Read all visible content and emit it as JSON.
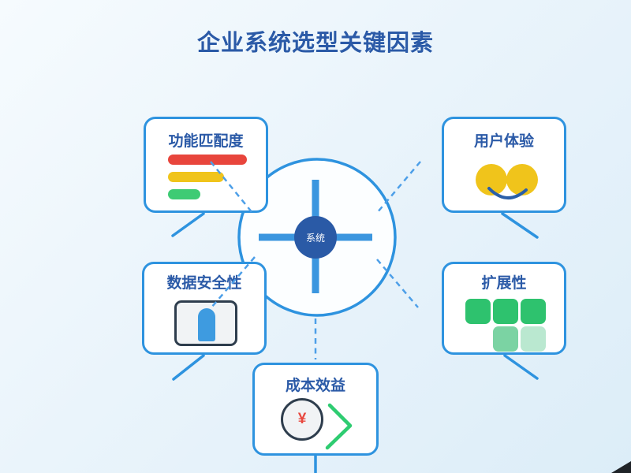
{
  "title": "企业系统选型关键因素",
  "center": {
    "label": "系统",
    "icon": "crosshair-hub-icon"
  },
  "cards": [
    {
      "id": "function-match",
      "title": "功能匹配度",
      "icon": "rating-bars-icon",
      "bars": [
        {
          "color": "#E8453C",
          "width": 100
        },
        {
          "color": "#F0C41B",
          "width": 71
        },
        {
          "color": "#3ECB74",
          "width": 41
        }
      ]
    },
    {
      "id": "user-experience",
      "title": "用户体验",
      "icon": "smiley-icon"
    },
    {
      "id": "data-security",
      "title": "数据安全性",
      "icon": "lock-icon"
    },
    {
      "id": "scalability",
      "title": "扩展性",
      "icon": "blocks-grid-icon",
      "block_colors": [
        "#2EC26E",
        "#2EC26E",
        "#2EC26E",
        "#7BD3A3",
        "#BAE8D0"
      ]
    },
    {
      "id": "cost-benefit",
      "title": "成本效益",
      "icon": "yuan-coin-icon",
      "currency_symbol": "¥"
    }
  ],
  "colors": {
    "line-blue": "#2E93DF",
    "dash-blue": "#4D9FE8",
    "navy-text": "#2B5AA7",
    "navy-fill": "#2A5AA6",
    "cross-blue": "#3B96DF",
    "bar-red": "#E8453C",
    "bar-yellow": "#F0C41B",
    "bar-green": "#3ECB74",
    "sq-green": "#2EC26E",
    "sq-green-mid": "#7BD3A3",
    "sq-green-light": "#BAE8D0",
    "lock-blue": "#3E9BE0",
    "smiley-yellow": "#F0C41B",
    "smile-stroke": "#2B5FA9",
    "chevron-green": "#2ECC71",
    "yuan-red": "#E8483F",
    "icon-border": "#2E3D4D"
  }
}
